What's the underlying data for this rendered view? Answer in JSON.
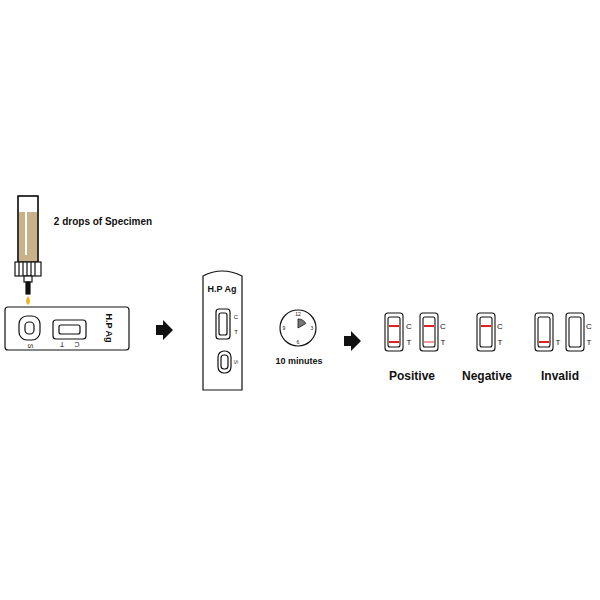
{
  "diagram": {
    "labels": [
      "2 drops of Specimen",
      "S",
      "C",
      "T",
      "H.P Ag",
      "H.P Ag",
      "C",
      "T",
      "S",
      "12",
      "3",
      "6",
      "9",
      "10 minutes",
      "C",
      "T",
      "C",
      "T",
      "Positive",
      "C",
      "T",
      "Negative",
      "T",
      "C",
      "T",
      "Invalid"
    ]
  }
}
